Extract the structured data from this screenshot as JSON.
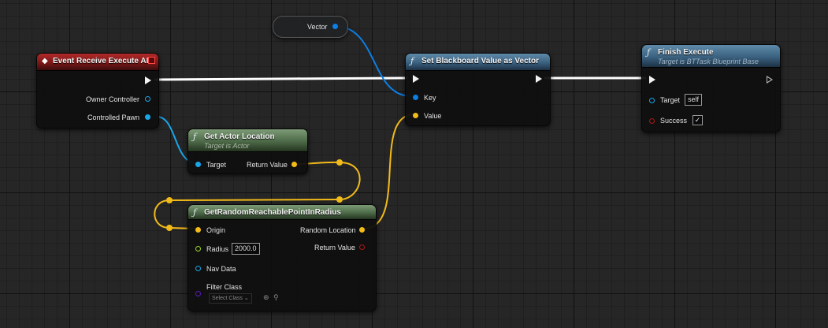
{
  "nodes": {
    "vector_var": {
      "output_label": "Vector"
    },
    "event": {
      "title": "Event Receive Execute AI",
      "pins": {
        "owner_controller": "Owner Controller",
        "controlled_pawn": "Controlled Pawn"
      }
    },
    "get_actor_location": {
      "title": "Get Actor Location",
      "subtitle": "Target is Actor",
      "pins": {
        "target": "Target",
        "return_value": "Return Value"
      }
    },
    "get_random_point": {
      "title": "GetRandomReachablePointInRadius",
      "pins": {
        "origin": "Origin",
        "radius": "Radius",
        "radius_value": "2000.0",
        "nav_data": "Nav Data",
        "filter_class": "Filter Class",
        "filter_class_select": "Select Class",
        "random_location": "Random Location",
        "return_value": "Return Value"
      }
    },
    "set_blackboard": {
      "title": "Set Blackboard Value as Vector",
      "pins": {
        "key": "Key",
        "value": "Value"
      }
    },
    "finish_execute": {
      "title": "Finish Execute",
      "subtitle": "Target is BTTask Blueprint Base",
      "pins": {
        "target": "Target",
        "target_value": "self",
        "success": "Success",
        "success_checked": "✓"
      }
    }
  },
  "icons": {
    "function": "ƒ",
    "event": "◆",
    "dropdown": "⌄",
    "add": "⊕",
    "browse": "⚲"
  },
  "colors": {
    "exec": "#ffffff",
    "vector_wire": "#f3bb1a",
    "object_wire": "#19a6e8",
    "struct_wire": "#0d7ee3",
    "event_header": "#8a1c1c",
    "function_header": "#3a6180",
    "pure_header": "#4d6a48"
  }
}
